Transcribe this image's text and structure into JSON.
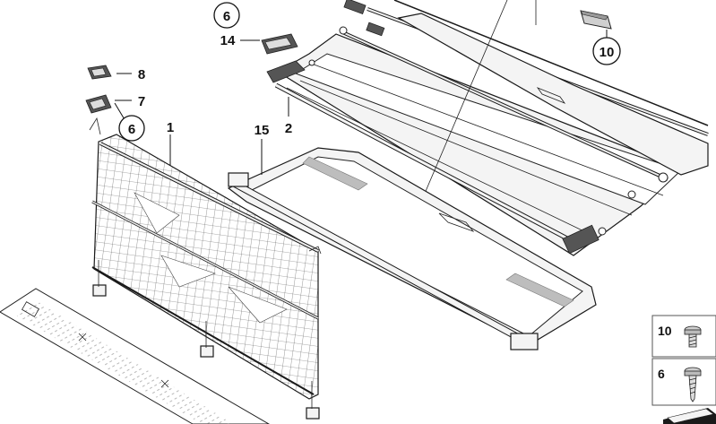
{
  "callouts": {
    "c1": "1",
    "c2": "2",
    "c6_top": "6",
    "c6_left": "6",
    "c7": "7",
    "c8": "8",
    "c10_top": "10",
    "c14": "14",
    "c15": "15"
  },
  "legend": {
    "item10": "10",
    "item6": "6"
  }
}
